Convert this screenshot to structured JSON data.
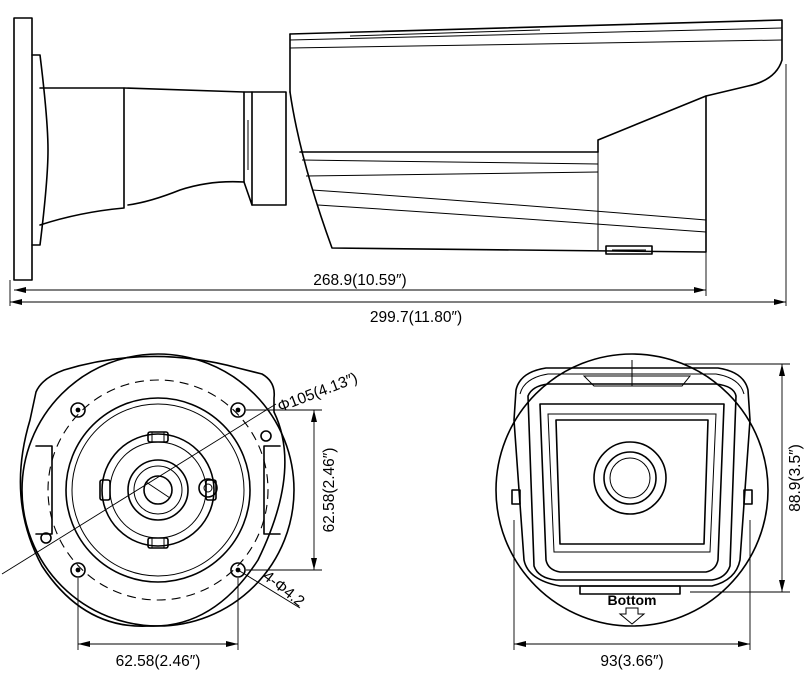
{
  "dimensions": {
    "housing_length": "268.9(10.59″)",
    "overall_length": "299.7(11.80″)",
    "bolt_circle_diameter": "Φ105(4.13″)",
    "hole_spacing_vertical": "62.58(2.46″)",
    "hole_spacing_horizontal": "62.58(2.46″)",
    "mounting_holes": "4-Φ4.2",
    "front_height": "88.9(3.5″)",
    "front_width": "93(3.66″)"
  },
  "labels": {
    "bottom": "Bottom"
  }
}
